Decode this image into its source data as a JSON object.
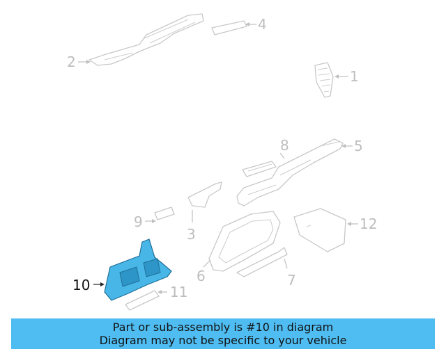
{
  "callouts": {
    "c1": "1",
    "c2": "2",
    "c3": "3",
    "c4": "4",
    "c5": "5",
    "c6": "6",
    "c7": "7",
    "c8": "8",
    "c9": "9",
    "c10": "10",
    "c11": "11",
    "c12": "12"
  },
  "highlighted_part": "10",
  "colors": {
    "highlight": "#49b6e8",
    "banner": "#4fbdf2",
    "outline": "#c8c8c8"
  },
  "banner": {
    "line1": "Part or sub-assembly is #10 in diagram",
    "line2": "Diagram may not be specific to your vehicle"
  }
}
